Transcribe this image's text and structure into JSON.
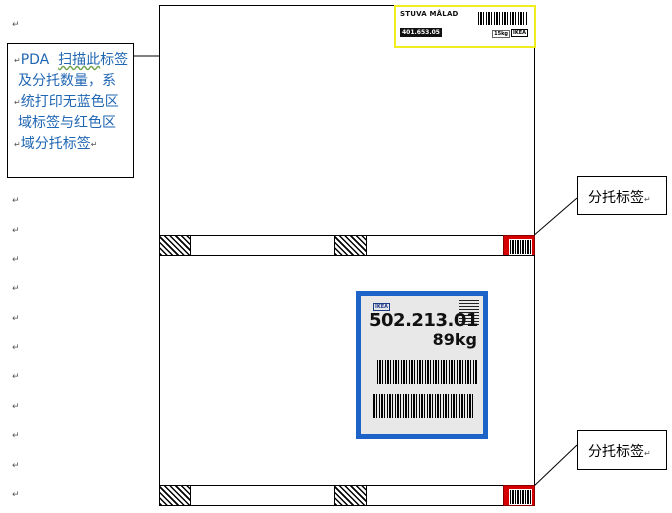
{
  "callout_main": {
    "prefix": "PDA",
    "underlined": "扫描此",
    "line1_rest": "标签",
    "line2": "及分托数量，系",
    "line3": "统打印无蓝色区",
    "line4": "域标签与红色区",
    "line5": "域分托标签"
  },
  "callout_top": {
    "text": "分托标签"
  },
  "callout_bottom": {
    "text": "分托标签"
  },
  "para_mark": "↵",
  "yellow_label": {
    "title": "STUVA MÅLAD",
    "article": "401.653.05",
    "logo": "IKEA",
    "weight": "15kg"
  },
  "blue_label": {
    "logo": "IKEA",
    "article_number": "502.213.01",
    "weight": "89kg"
  }
}
